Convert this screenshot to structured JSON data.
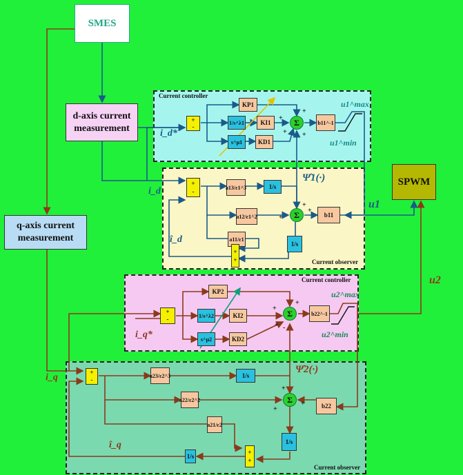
{
  "colors": {
    "background": "#21f03a",
    "controller_fill": "#a5f5ee",
    "observer1_fill": "#fbf6c5",
    "controller2_fill": "#f6c9f2",
    "observer2_fill": "#7bd9b0",
    "gain_block": "#f7c8a0",
    "integrator_block": "#2ac1e0",
    "sum_block": "#2bd12b",
    "adder_block": "#f4f000",
    "spwm_block": "#b5b800",
    "wire_d": "#1a5a8a",
    "wire_q": "#8a3a1a"
  },
  "blocks": {
    "smes": "SMES",
    "d_meas": "d-axis current measurement",
    "q_meas": "q-axis current measurement",
    "spwm": "SPWM"
  },
  "regions": {
    "controller1": "Current controller",
    "observer1": "Current observer",
    "controller2": "Current controller",
    "observer2": "Current observer"
  },
  "d_controller": {
    "kp": "KP1",
    "ki": "KI1",
    "kd": "KD1",
    "int": "1/s^λ1",
    "der": "s^μ1",
    "b_inv": "b11^-1",
    "umax": "u1^max",
    "umin": "u1^min",
    "adder_signs": [
      "+",
      "-"
    ]
  },
  "d_observer": {
    "a13": "a13/ε1^3",
    "a12": "a12/ε1^2",
    "a11": "a11/ε1",
    "b": "b11",
    "int1": "1/s",
    "int2": "1/s",
    "adder_signs": [
      "+",
      "-"
    ],
    "adder2_signs": [
      "+",
      "+"
    ]
  },
  "q_controller": {
    "kp": "KP2",
    "ki": "KI2",
    "kd": "KD2",
    "int": "1/s^λ2",
    "der": "s^μ2",
    "b_inv": "b22^-1",
    "umax": "u2^max",
    "umin": "u2^min",
    "adder_signs": [
      "+",
      "-"
    ]
  },
  "q_observer": {
    "a23": "a23/ε2^3",
    "a22": "a22/ε2^2",
    "a21": "a21/ε2",
    "b": "b22",
    "int1": "1/s",
    "int2": "1/s",
    "int3": "1/s",
    "adder_signs": [
      "+",
      "-"
    ],
    "adder2_signs": [
      "+",
      "+"
    ]
  },
  "signals": {
    "id_ref": "i_d*",
    "id": "i_d",
    "id_hat": "î_d",
    "iq_ref": "i_q*",
    "iq": "i_q",
    "iq_hat": "î_q",
    "psi1": "Ψ̂1(·)",
    "psi2": "Ψ̂2(·)",
    "u1": "u1",
    "u2": "u2"
  },
  "sum_symbol": "Σ"
}
